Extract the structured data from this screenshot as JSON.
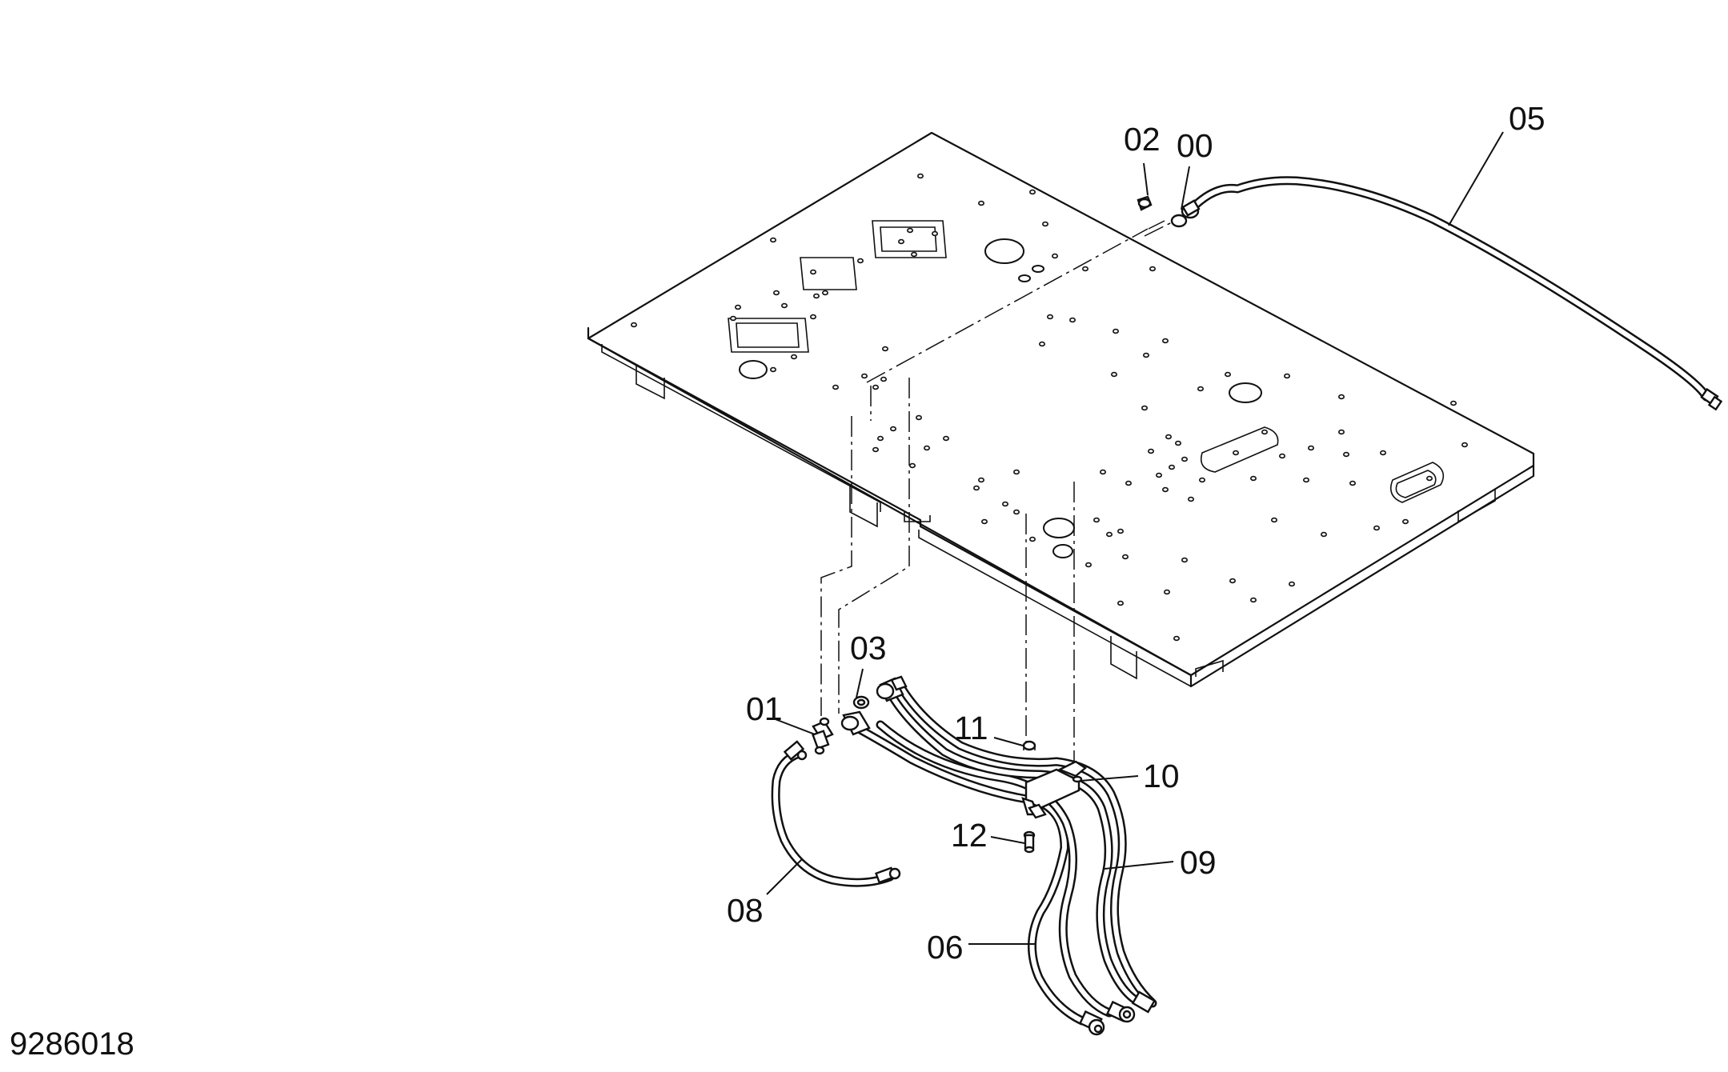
{
  "drawing_number": "9286018",
  "callouts": [
    {
      "id": "p00",
      "text": "00"
    },
    {
      "id": "p01",
      "text": "01"
    },
    {
      "id": "p02",
      "text": "02"
    },
    {
      "id": "p03",
      "text": "03"
    },
    {
      "id": "p05",
      "text": "05"
    },
    {
      "id": "p06",
      "text": "06"
    },
    {
      "id": "p08",
      "text": "08"
    },
    {
      "id": "p09",
      "text": "09"
    },
    {
      "id": "p10",
      "text": "10"
    },
    {
      "id": "p11",
      "text": "11"
    },
    {
      "id": "p12",
      "text": "12"
    }
  ]
}
